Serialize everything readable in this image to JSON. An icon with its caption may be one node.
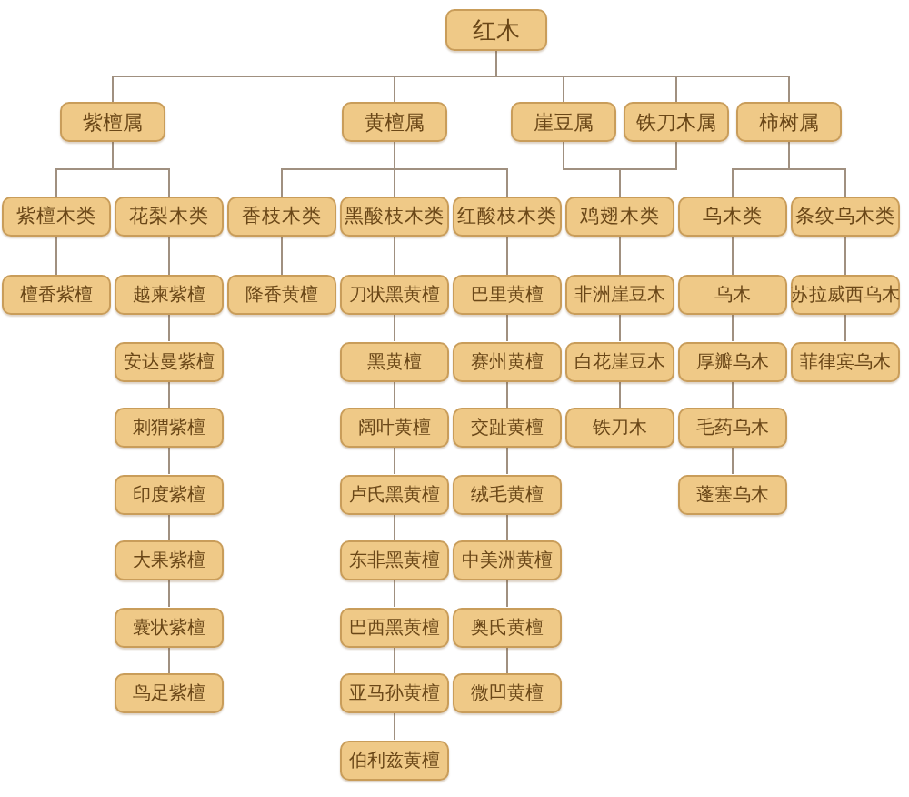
{
  "diagram": {
    "nodes": [
      {
        "text": [
          "红木"
        ]
      },
      {
        "text": [
          "紫檀属"
        ]
      },
      {
        "text": [
          "黄檀属"
        ]
      },
      {
        "text": [
          "崖豆属"
        ]
      },
      {
        "text": [
          "铁刀木属"
        ]
      },
      {
        "text": [
          "柿树属"
        ]
      },
      {
        "text": [
          "紫檀木类"
        ]
      },
      {
        "text": [
          "花梨木类"
        ]
      },
      {
        "text": [
          "香枝木类"
        ]
      },
      {
        "text": [
          "黑酸枝木类"
        ]
      },
      {
        "text": [
          "红酸枝木类"
        ]
      },
      {
        "text": [
          "鸡翅木类"
        ]
      },
      {
        "text": [
          "乌木类"
        ]
      },
      {
        "text": [
          "条纹乌木类"
        ]
      },
      {
        "text": [
          "檀香紫檀"
        ]
      },
      {
        "text": [
          "越柬紫檀"
        ]
      },
      {
        "text": [
          "安达曼紫檀"
        ]
      },
      {
        "text": [
          "刺猬紫檀"
        ]
      },
      {
        "text": [
          "印度紫檀"
        ]
      },
      {
        "text": [
          "大果紫檀"
        ]
      },
      {
        "text": [
          "囊状紫檀"
        ]
      },
      {
        "text": [
          "鸟足紫檀"
        ]
      },
      {
        "text": [
          "降香黄檀"
        ]
      },
      {
        "text": [
          "刀状黑黄檀"
        ]
      },
      {
        "text": [
          "黑黄檀"
        ]
      },
      {
        "text": [
          "阔叶黄檀"
        ]
      },
      {
        "text": [
          "卢氏黑黄檀"
        ]
      },
      {
        "text": [
          "东非黑黄檀"
        ]
      },
      {
        "text": [
          "巴西黑黄檀"
        ]
      },
      {
        "text": [
          "亚马孙黄檀"
        ]
      },
      {
        "text": [
          "伯利兹黄檀"
        ]
      },
      {
        "text": [
          "巴里黄檀"
        ]
      },
      {
        "text": [
          "赛州黄檀"
        ]
      },
      {
        "text": [
          "交趾黄檀"
        ]
      },
      {
        "text": [
          "绒毛黄檀"
        ]
      },
      {
        "text": [
          "中美洲黄檀"
        ]
      },
      {
        "text": [
          "奥氏黄檀"
        ]
      },
      {
        "text": [
          "微凹黄檀"
        ]
      },
      {
        "text": [
          "非洲崖豆木"
        ]
      },
      {
        "text": [
          "白花崖豆木"
        ]
      },
      {
        "text": [
          "铁刀木"
        ]
      },
      {
        "text": [
          "乌木"
        ]
      },
      {
        "text": [
          "厚瓣乌木"
        ]
      },
      {
        "text": [
          "毛药乌木"
        ]
      },
      {
        "text": [
          "蓬塞乌木"
        ]
      },
      {
        "text": [
          "苏拉威西乌木"
        ]
      },
      {
        "text": [
          "菲律宾乌木"
        ]
      }
    ],
    "edges": [
      {
        "from": 0,
        "to": 1,
        "arrow": "none"
      },
      {
        "from": 0,
        "to": 2,
        "arrow": "none"
      },
      {
        "from": 0,
        "to": 3,
        "arrow": "none"
      },
      {
        "from": 0,
        "to": 4,
        "arrow": "none"
      },
      {
        "from": 0,
        "to": 5,
        "arrow": "none"
      },
      {
        "from": 1,
        "to": 6,
        "arrow": "none"
      },
      {
        "from": 1,
        "to": 7,
        "arrow": "none"
      },
      {
        "from": 2,
        "to": 8,
        "arrow": "none"
      },
      {
        "from": 2,
        "to": 9,
        "arrow": "none"
      },
      {
        "from": 2,
        "to": 10,
        "arrow": "none"
      },
      {
        "from": 3,
        "to": 11,
        "arrow": "none"
      },
      {
        "from": 4,
        "to": 11,
        "arrow": "none"
      },
      {
        "from": 5,
        "to": 12,
        "arrow": "none"
      },
      {
        "from": 5,
        "to": 13,
        "arrow": "none"
      },
      {
        "from": 6,
        "to": 14,
        "arrow": "none"
      },
      {
        "from": 7,
        "to": 15,
        "arrow": "none"
      },
      {
        "from": 15,
        "to": 16,
        "arrow": "none"
      },
      {
        "from": 16,
        "to": 17,
        "arrow": "none"
      },
      {
        "from": 17,
        "to": 18,
        "arrow": "none"
      },
      {
        "from": 18,
        "to": 19,
        "arrow": "none"
      },
      {
        "from": 19,
        "to": 20,
        "arrow": "none"
      },
      {
        "from": 20,
        "to": 21,
        "arrow": "none"
      },
      {
        "from": 8,
        "to": 22,
        "arrow": "none"
      },
      {
        "from": 9,
        "to": 23,
        "arrow": "none"
      },
      {
        "from": 23,
        "to": 24,
        "arrow": "none"
      },
      {
        "from": 24,
        "to": 25,
        "arrow": "none"
      },
      {
        "from": 25,
        "to": 26,
        "arrow": "none"
      },
      {
        "from": 26,
        "to": 27,
        "arrow": "none"
      },
      {
        "from": 27,
        "to": 28,
        "arrow": "none"
      },
      {
        "from": 28,
        "to": 29,
        "arrow": "none"
      },
      {
        "from": 29,
        "to": 30,
        "arrow": "none"
      },
      {
        "from": 10,
        "to": 31,
        "arrow": "none"
      },
      {
        "from": 31,
        "to": 32,
        "arrow": "none"
      },
      {
        "from": 32,
        "to": 33,
        "arrow": "none"
      },
      {
        "from": 33,
        "to": 34,
        "arrow": "none"
      },
      {
        "from": 34,
        "to": 35,
        "arrow": "none"
      },
      {
        "from": 35,
        "to": 36,
        "arrow": "none"
      },
      {
        "from": 36,
        "to": 37,
        "arrow": "none"
      },
      {
        "from": 11,
        "to": 38,
        "arrow": "none"
      },
      {
        "from": 38,
        "to": 39,
        "arrow": "none"
      },
      {
        "from": 39,
        "to": 40,
        "arrow": "none"
      },
      {
        "from": 12,
        "to": 41,
        "arrow": "none"
      },
      {
        "from": 41,
        "to": 42,
        "arrow": "none"
      },
      {
        "from": 42,
        "to": 43,
        "arrow": "none"
      },
      {
        "from": 43,
        "to": 44,
        "arrow": "none"
      },
      {
        "from": 13,
        "to": 45,
        "arrow": "none"
      },
      {
        "from": 45,
        "to": 46,
        "arrow": "none"
      }
    ]
  }
}
